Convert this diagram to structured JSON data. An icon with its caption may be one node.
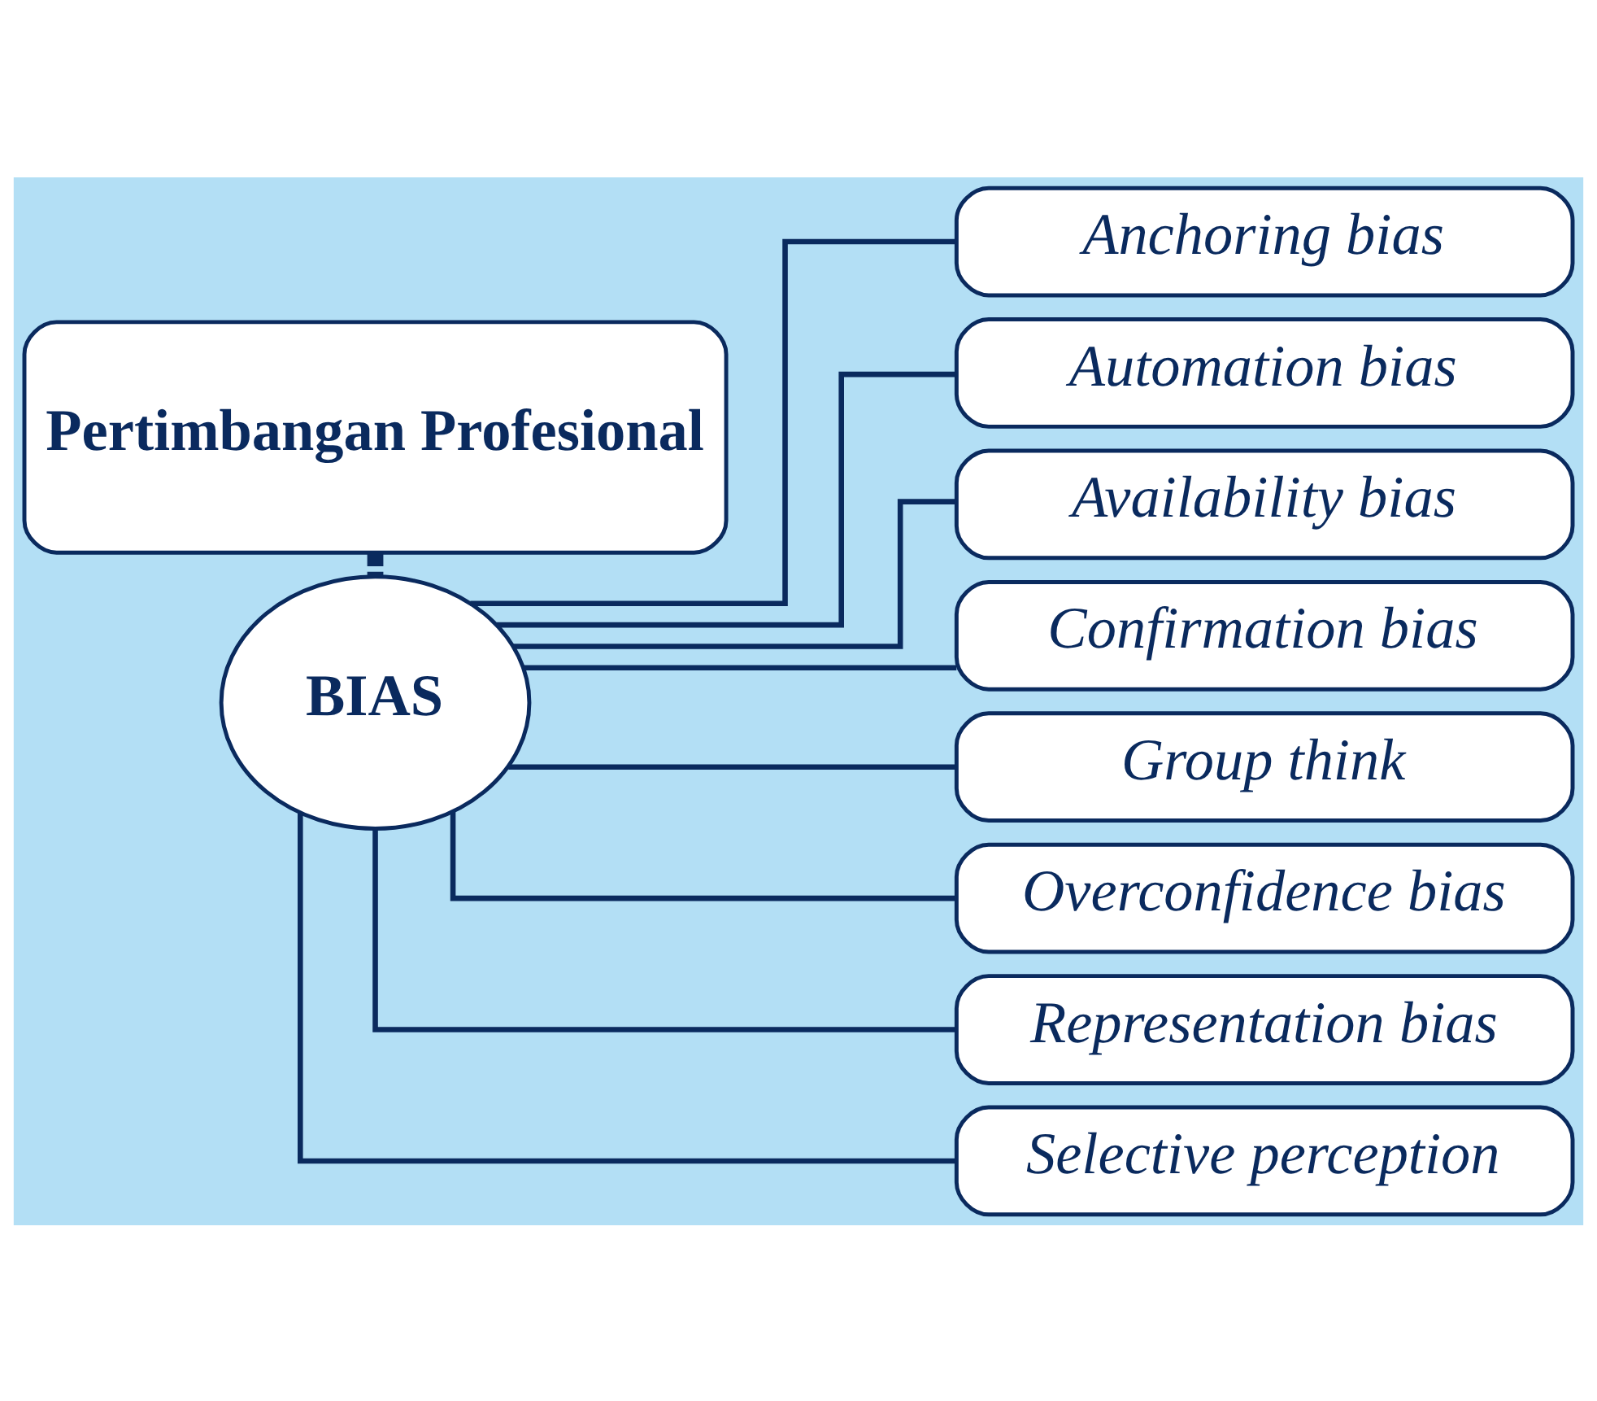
{
  "diagram": {
    "nodes": [
      {
        "text": [
          "Pertimbangan Profesional"
        ]
      },
      {
        "text": [
          "BIAS"
        ]
      },
      {
        "text": [
          "Anchoring bias"
        ]
      },
      {
        "text": [
          "Automation bias"
        ]
      },
      {
        "text": [
          "Availability bias"
        ]
      },
      {
        "text": [
          "Confirmation bias"
        ]
      },
      {
        "text": [
          "Group think"
        ]
      },
      {
        "text": [
          "Overconfidence bias"
        ]
      },
      {
        "text": [
          "Representation bias"
        ]
      },
      {
        "text": [
          "Selective perception"
        ]
      }
    ],
    "edges": [
      {
        "from": 0,
        "to": 1,
        "arrow": "none",
        "style": "dashed"
      },
      {
        "from": 1,
        "to": 2,
        "arrow": "none"
      },
      {
        "from": 1,
        "to": 3,
        "arrow": "none"
      },
      {
        "from": 1,
        "to": 4,
        "arrow": "none"
      },
      {
        "from": 1,
        "to": 5,
        "arrow": "none"
      },
      {
        "from": 1,
        "to": 6,
        "arrow": "none"
      },
      {
        "from": 1,
        "to": 7,
        "arrow": "none"
      },
      {
        "from": 1,
        "to": 8,
        "arrow": "none"
      },
      {
        "from": 1,
        "to": 9,
        "arrow": "none"
      }
    ]
  }
}
